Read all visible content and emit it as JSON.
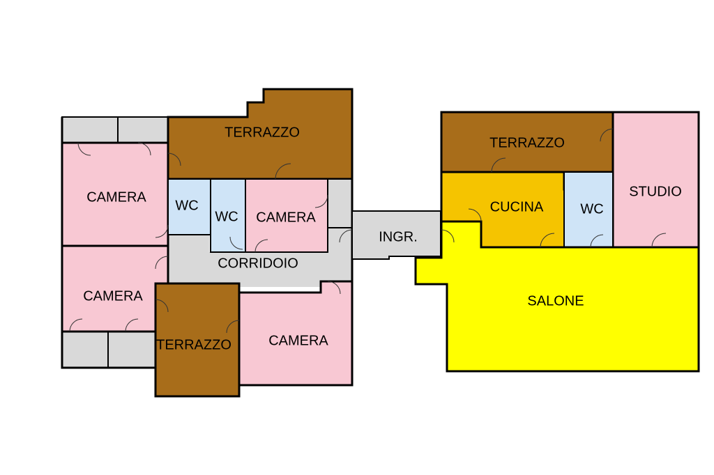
{
  "colors": {
    "camera": "#f8c8d3",
    "terrazzo": "#a86d1a",
    "wc": "#cfe4f7",
    "corridor": "#d9d9d9",
    "cucina": "#f5c400",
    "salone": "#ffff00",
    "wall": "#000000"
  },
  "rooms": {
    "camera_top_left": "CAMERA",
    "camera_mid_left": "CAMERA",
    "camera_center": "CAMERA",
    "camera_bottom_right": "CAMERA",
    "wc_1": "WC",
    "wc_2": "WC",
    "wc_3": "WC",
    "terrazzo_top_left": "TERRAZZO",
    "terrazzo_top_right": "TERRAZZO",
    "terrazzo_bottom": "TERRAZZO",
    "corridoio": "CORRIDOIO",
    "ingresso": "INGR.",
    "cucina": "CUCINA",
    "studio": "STUDIO",
    "salone": "SALONE"
  }
}
